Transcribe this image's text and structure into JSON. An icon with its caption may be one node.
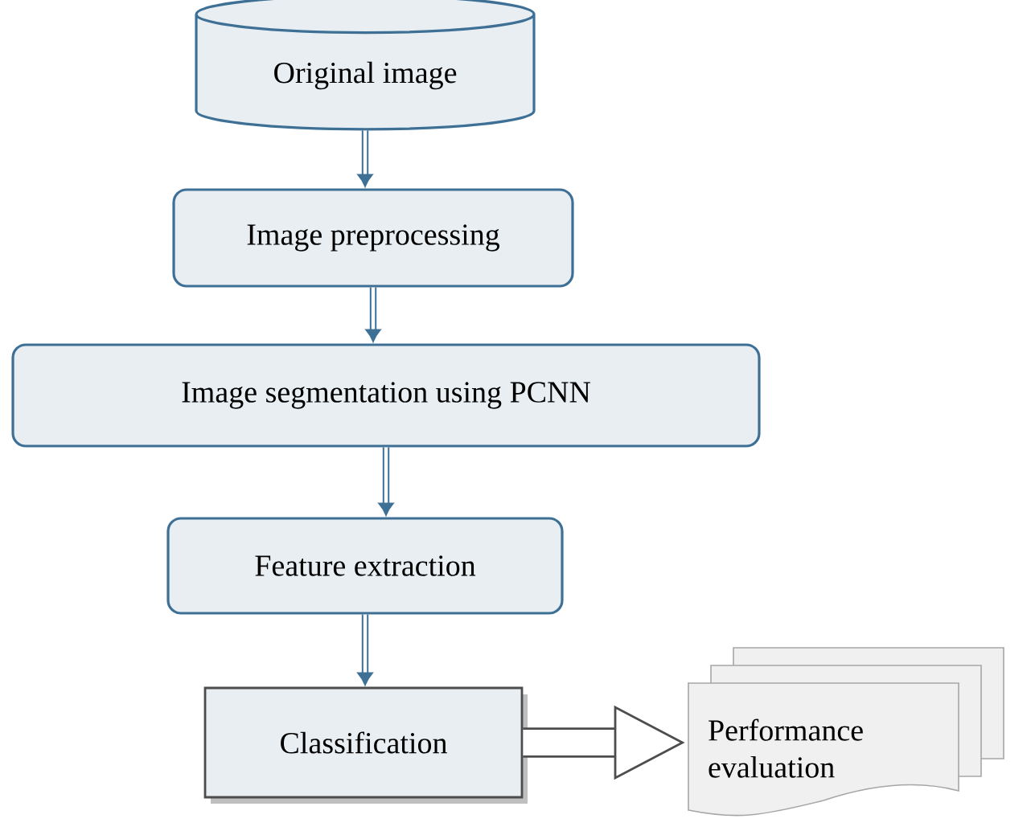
{
  "diagram": {
    "nodes": [
      {
        "text": [
          "Original image"
        ]
      },
      {
        "text": [
          "Image preprocessing"
        ]
      },
      {
        "text": [
          "Image segmentation using PCNN"
        ]
      },
      {
        "text": [
          "Feature extraction"
        ]
      },
      {
        "text": [
          "Classification"
        ]
      },
      {
        "text": [
          "Performance evaluation"
        ]
      }
    ],
    "edges": [
      {
        "from": 0,
        "to": 1,
        "arrow": "to"
      },
      {
        "from": 1,
        "to": 2,
        "arrow": "to"
      },
      {
        "from": 2,
        "to": 3,
        "arrow": "to"
      },
      {
        "from": 3,
        "to": 4,
        "arrow": "to"
      },
      {
        "from": 4,
        "to": 5,
        "arrow": "to",
        "style": "thick",
        "color": "#4d4d4d"
      }
    ]
  }
}
